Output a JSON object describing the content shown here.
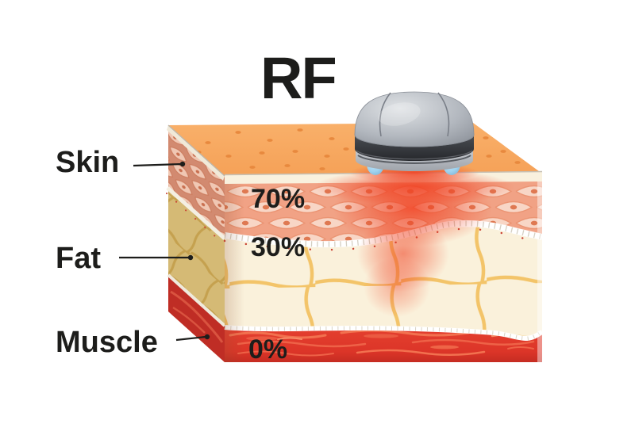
{
  "title": "RF",
  "layers": [
    {
      "label": "Skin",
      "percentage": "70%"
    },
    {
      "label": "Fat",
      "percentage": "30%"
    },
    {
      "label": "Muscle",
      "percentage": "0%"
    }
  ],
  "icons": {
    "device": "rf-handpiece-device",
    "electrodes": "blue-electrode-feet",
    "glow": "rf-energy-glow"
  },
  "colors": {
    "background": "#FFFFFF",
    "skin_surface": "#F6A95F",
    "skin_front": "#F1A285",
    "skin_cell": "#F8D6C6",
    "fat_front": "#FAF1DB",
    "fat_net": "#F3C469",
    "muscle": "#DF3B2D",
    "muscle_fiber": "#F2714F",
    "glow": "#F04526",
    "device_gray": "#A9AEB5",
    "device_dark_band": "#34363B",
    "electrode_blue": "#A6D7F2",
    "text": "#1D1D1B"
  }
}
